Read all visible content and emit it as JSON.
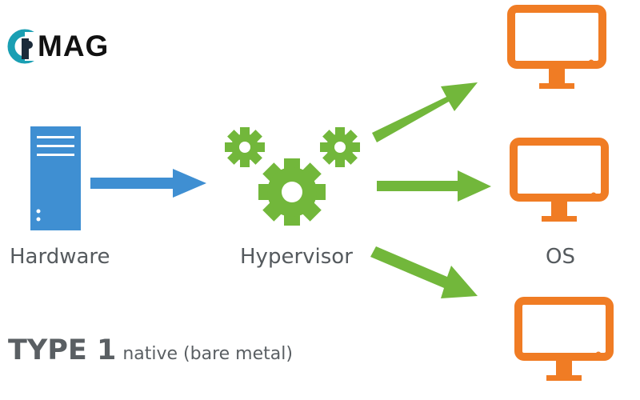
{
  "logo": {
    "text": "MAG"
  },
  "labels": {
    "hardware": "Hardware",
    "hypervisor": "Hypervisor",
    "os": "OS"
  },
  "type": {
    "title": "TYPE 1",
    "subtitle": "native (bare metal)"
  },
  "colors": {
    "server_blue": "#3f8fd2",
    "gear_green": "#72b73b",
    "monitor_orange": "#f07c24",
    "label_gray": "#555a5e",
    "logo_teal": "#1a9fb3"
  }
}
